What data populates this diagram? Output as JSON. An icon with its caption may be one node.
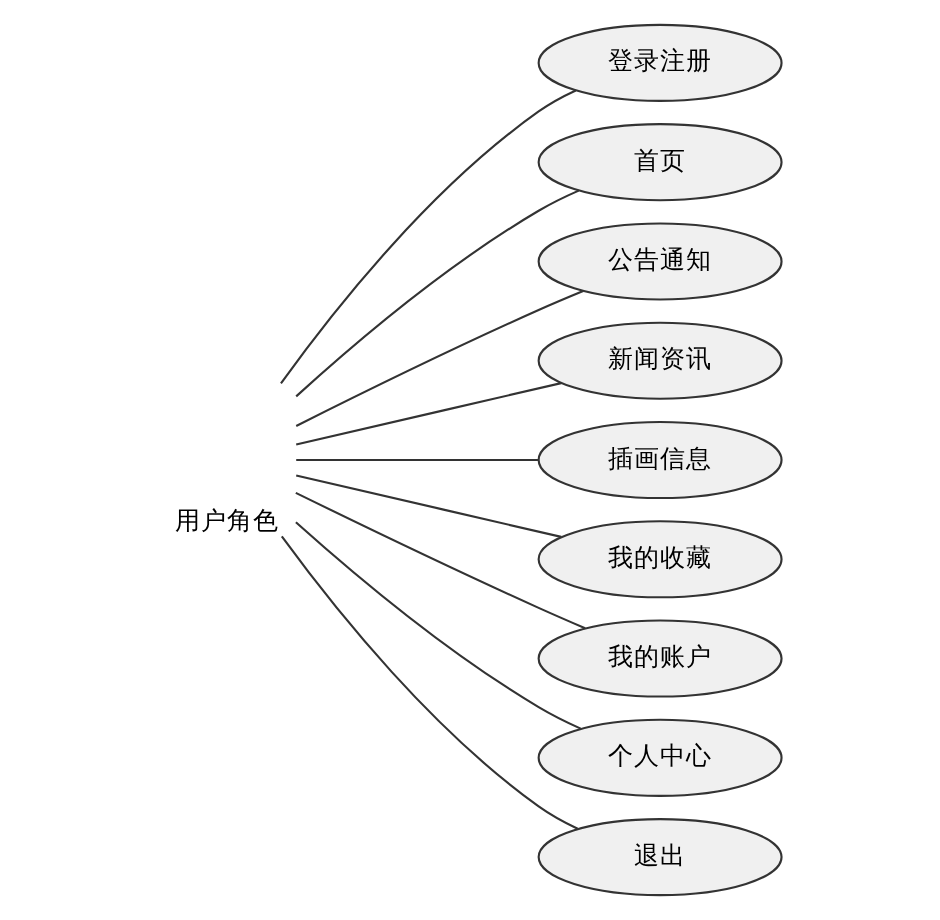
{
  "diagram": {
    "nodes": [
      {
        "text": [
          "用户角色"
        ]
      },
      {
        "text": [
          "登录注册"
        ]
      },
      {
        "text": [
          "首页"
        ]
      },
      {
        "text": [
          "公告通知"
        ]
      },
      {
        "text": [
          "新闻资讯"
        ]
      },
      {
        "text": [
          "插画信息"
        ]
      },
      {
        "text": [
          "我的收藏"
        ]
      },
      {
        "text": [
          "我的账户"
        ]
      },
      {
        "text": [
          "个人中心"
        ]
      },
      {
        "text": [
          "退出"
        ]
      }
    ],
    "edges": [
      {
        "from": 0,
        "to": 1,
        "arrow": "none"
      },
      {
        "from": 0,
        "to": 2,
        "arrow": "none"
      },
      {
        "from": 0,
        "to": 3,
        "arrow": "none"
      },
      {
        "from": 0,
        "to": 4,
        "arrow": "none"
      },
      {
        "from": 0,
        "to": 5,
        "arrow": "none"
      },
      {
        "from": 0,
        "to": 6,
        "arrow": "none"
      },
      {
        "from": 0,
        "to": 7,
        "arrow": "none"
      },
      {
        "from": 0,
        "to": 8,
        "arrow": "none"
      },
      {
        "from": 0,
        "to": 9,
        "arrow": "none"
      }
    ]
  }
}
